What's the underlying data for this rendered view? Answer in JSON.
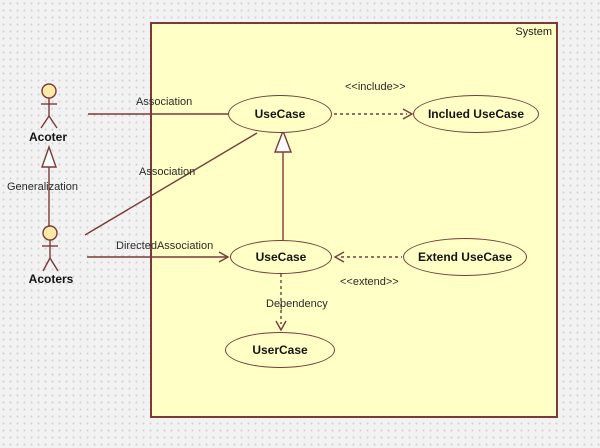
{
  "system": {
    "label": "System"
  },
  "actors": [
    {
      "name": "Acoter"
    },
    {
      "name": "Acoters"
    }
  ],
  "use_cases": [
    {
      "name": "UseCase"
    },
    {
      "name": "Inclued UseCase"
    },
    {
      "name": "UseCase"
    },
    {
      "name": "Extend UseCase"
    },
    {
      "name": "UserCase"
    }
  ],
  "edges": [
    {
      "label": "Association"
    },
    {
      "label": "Association"
    },
    {
      "label": "Generalization"
    },
    {
      "label": "DirectedAssociation"
    },
    {
      "label": "<<include>>"
    },
    {
      "label": "<<extend>>"
    },
    {
      "label": "Dependency"
    }
  ],
  "colors": {
    "canvas_background": "#f2f2f2",
    "grid_dot": "#d2d2d2",
    "system_fill": "#ffffc6",
    "line_stroke": "#7b3a3a",
    "actor_head_fill": "#ffe9a6",
    "triangle_fill": "#fdfdfd",
    "text": "#141414"
  }
}
